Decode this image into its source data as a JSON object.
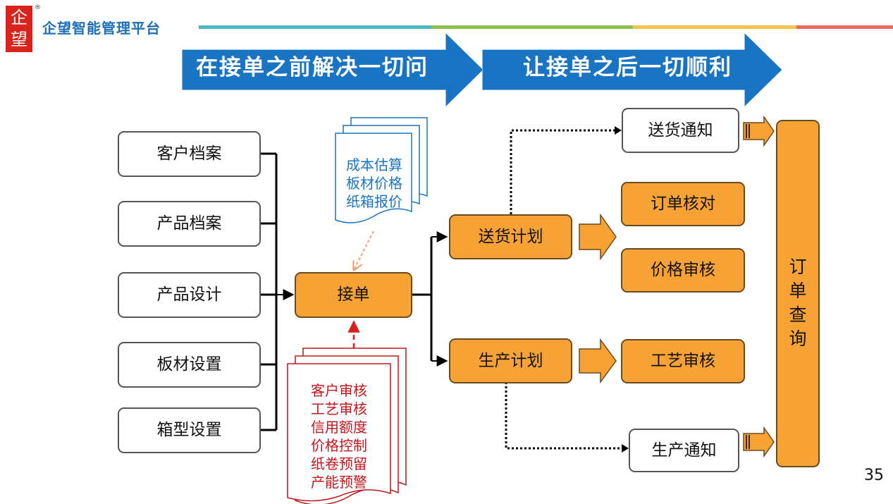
{
  "logo": {
    "line1": "企",
    "line2": "望",
    "reg": "®"
  },
  "brand": "企望智能管理平台",
  "header_bar_colors": [
    "#4db8c0",
    "#8cc04f",
    "#f4c24e",
    "#e86c5c"
  ],
  "banners": [
    {
      "text": "在接单之前解决一切问题",
      "color": "#1a74c4"
    },
    {
      "text": "让接单之后一切顺利",
      "color": "#1a74c4"
    }
  ],
  "inputs": [
    "客户档案",
    "产品档案",
    "产品设计",
    "板材设置",
    "箱型设置"
  ],
  "center": "接单",
  "doc_top": {
    "lines": [
      "成本估算",
      "板材价格",
      "纸箱报价"
    ],
    "color": "#1a74c4"
  },
  "doc_bottom": {
    "lines": [
      "客户审核",
      "工艺审核",
      "信用额度",
      "价格控制",
      "纸卷预留",
      "产能预警"
    ],
    "color": "#c4161c"
  },
  "plans": {
    "delivery": "送货计划",
    "production": "生产计划"
  },
  "checks": {
    "order_check": "订单核对",
    "price_check": "价格审核",
    "craft_check": "工艺审核"
  },
  "notices": {
    "delivery": "送货通知",
    "production": "生产通知"
  },
  "query": [
    "订",
    "单",
    "查",
    "询"
  ],
  "page_number": "35"
}
